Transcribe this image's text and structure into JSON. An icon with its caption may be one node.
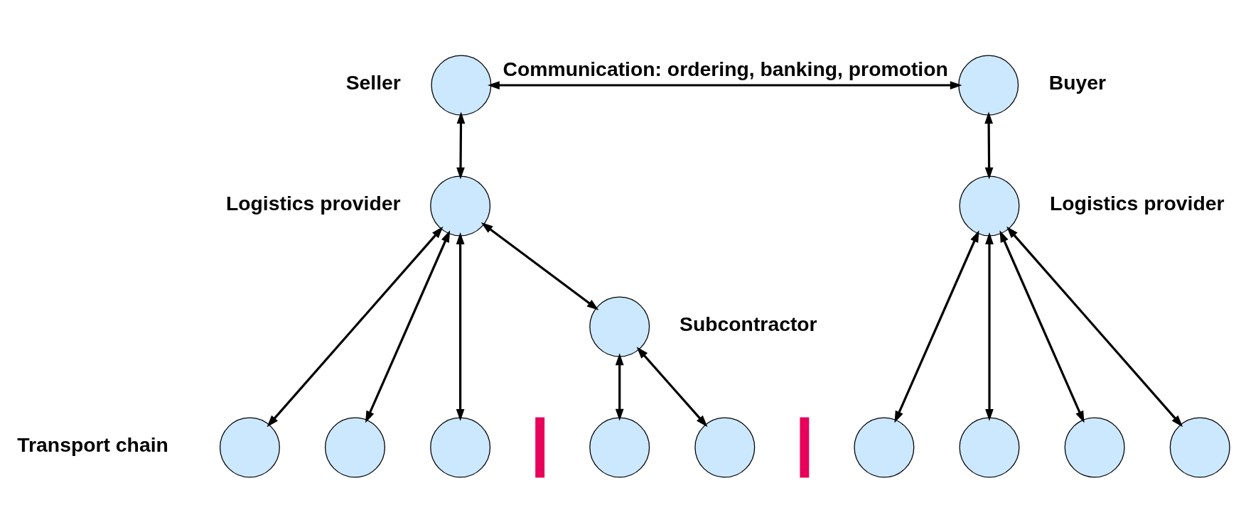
{
  "diagram": {
    "nodes": [
      {
        "text": [],
        "shape": "circle",
        "beside": [
          "Seller"
        ]
      },
      {
        "text": [],
        "shape": "circle",
        "beside": [
          "Buyer"
        ]
      },
      {
        "text": [],
        "shape": "circle",
        "beside": [
          "Logistics provider"
        ]
      },
      {
        "text": [],
        "shape": "circle",
        "beside": [
          "Subcontractor"
        ]
      },
      {
        "text": [],
        "shape": "circle",
        "beside": [
          "Logistics provider"
        ]
      },
      {
        "text": [],
        "shape": "circle"
      },
      {
        "text": [],
        "shape": "circle"
      },
      {
        "text": [],
        "shape": "circle"
      },
      {
        "text": [],
        "shape": "bar"
      },
      {
        "text": [],
        "shape": "circle"
      },
      {
        "text": [],
        "shape": "circle"
      },
      {
        "text": [],
        "shape": "bar"
      },
      {
        "text": [],
        "shape": "circle"
      },
      {
        "text": [],
        "shape": "circle"
      },
      {
        "text": [],
        "shape": "circle"
      },
      {
        "text": [],
        "shape": "circle"
      }
    ],
    "edges": [
      {
        "from": 0,
        "to": 1,
        "arrow": "both",
        "label": "Communication: ordering, banking, promotion"
      },
      {
        "from": 0,
        "to": 2,
        "arrow": "both"
      },
      {
        "from": 1,
        "to": 4,
        "arrow": "both"
      },
      {
        "from": 2,
        "to": 3,
        "arrow": "both"
      },
      {
        "from": 2,
        "to": 5,
        "arrow": "both"
      },
      {
        "from": 2,
        "to": 6,
        "arrow": "both"
      },
      {
        "from": 2,
        "to": 7,
        "arrow": "both"
      },
      {
        "from": 3,
        "to": 9,
        "arrow": "both"
      },
      {
        "from": 3,
        "to": 10,
        "arrow": "both"
      },
      {
        "from": 4,
        "to": 12,
        "arrow": "both"
      },
      {
        "from": 4,
        "to": 13,
        "arrow": "both"
      },
      {
        "from": 4,
        "to": 14,
        "arrow": "both"
      },
      {
        "from": 4,
        "to": 15,
        "arrow": "both"
      }
    ],
    "labels": [
      "Transport chain"
    ]
  }
}
